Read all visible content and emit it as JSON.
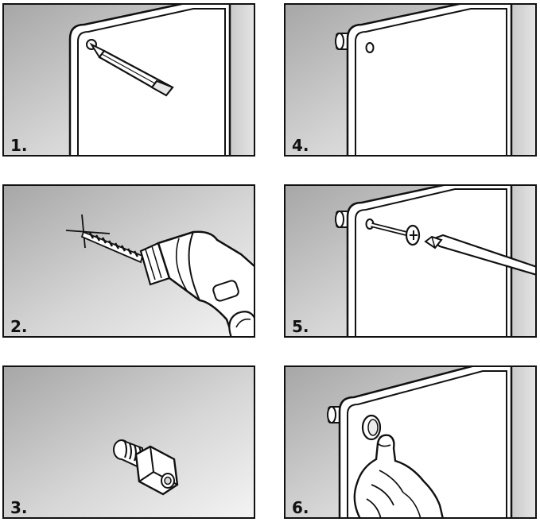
{
  "steps": [
    {
      "label": "1."
    },
    {
      "label": "2."
    },
    {
      "label": "3."
    },
    {
      "label": "4."
    },
    {
      "label": "5."
    },
    {
      "label": "6."
    }
  ],
  "icons": [
    "pencil-icon",
    "drill-icon",
    "wall-plug-icon",
    "mounting-post-icon",
    "screwdriver-icon",
    "hand-icon",
    "screw-icon"
  ],
  "colors": {
    "outline": "#111111",
    "panel_bg_light": "#f2f2f2",
    "panel_bg_dark": "#a8a8a8",
    "board": "#ffffff"
  }
}
